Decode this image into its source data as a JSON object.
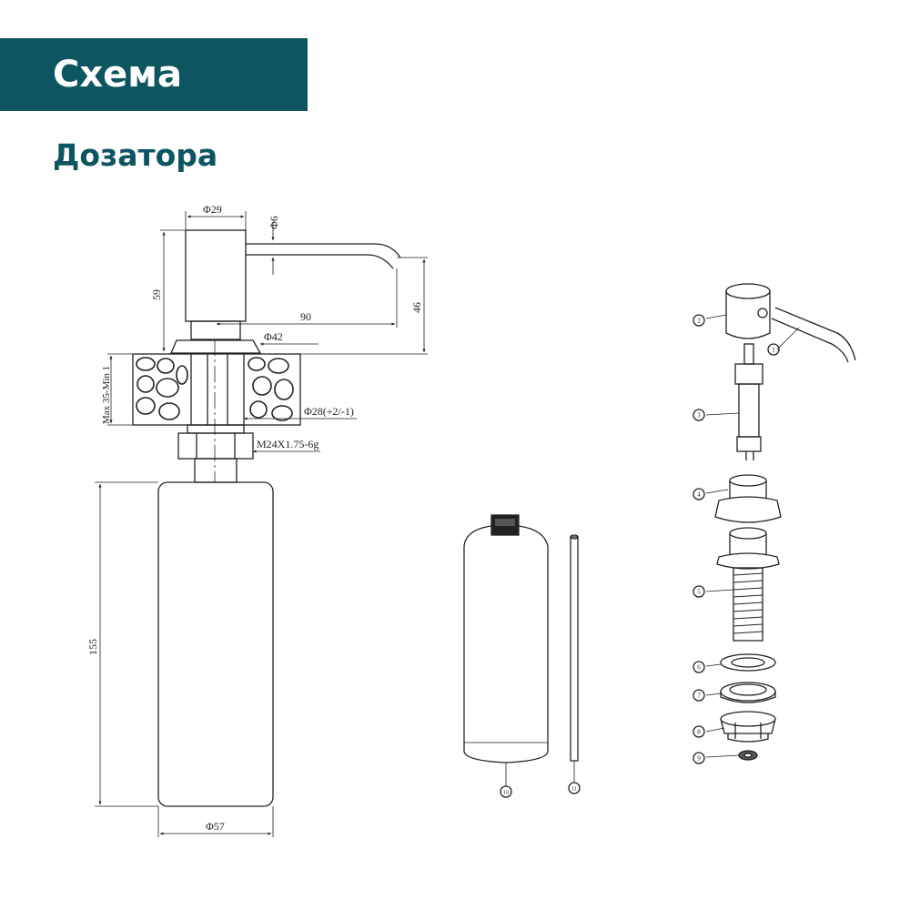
{
  "header": {
    "title": "Схема",
    "subtitle": "Дозатора"
  },
  "colors": {
    "banner": "#0d5560",
    "subtitle": "#0d5560",
    "line": "#222222"
  },
  "dimensions": {
    "phi29": "Φ29",
    "phi6": "Φ6",
    "h59": "59",
    "l90": "90",
    "h46": "46",
    "phi42": "Φ42",
    "max35": "Max 35-Min 1",
    "phi28": "Φ28(+2/-1)",
    "thread": "M24X1.75-6g",
    "h155": "155",
    "phi57": "Φ57"
  },
  "parts": [
    "1",
    "2",
    "3",
    "4",
    "5",
    "6",
    "7",
    "8",
    "9",
    "10",
    "11"
  ]
}
